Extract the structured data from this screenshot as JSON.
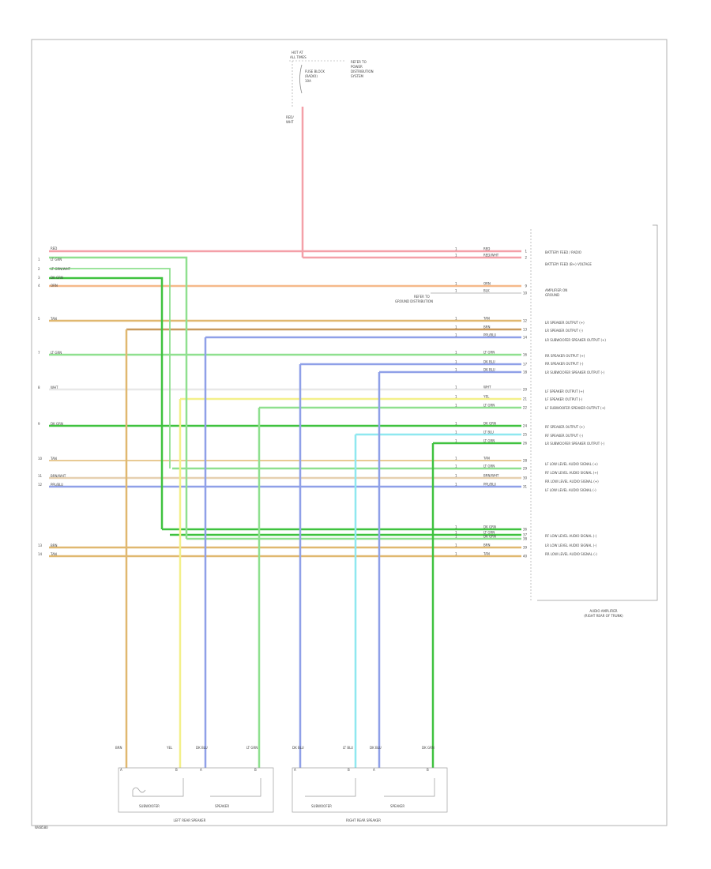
{
  "fuse": {
    "header_lines": [
      "HOT AT",
      "ALL TIMES"
    ],
    "label_lines": [
      "FUSE BLOCK",
      "(RADIO)",
      "10A"
    ],
    "ref_lines": [
      "REFER TO",
      "POWER",
      "DISTRIBUTION",
      "SYSTEM"
    ],
    "wire_label_lines": [
      "RED/",
      "WHT"
    ]
  },
  "left_wire_labels": [
    {
      "text": "RED",
      "num": ""
    },
    {
      "text": "LT GRN",
      "num": "1"
    },
    {
      "text": "LT GRN/WHT",
      "num": "2"
    },
    {
      "text": "DK GRN",
      "num": "3"
    },
    {
      "text": "ORN",
      "num": "4"
    },
    {
      "text": "TAN",
      "num": "5"
    },
    {
      "text": "LT GRN",
      "num": "7"
    },
    {
      "text": "WHT",
      "num": "8"
    },
    {
      "text": "DK GRN",
      "num": "9"
    },
    {
      "text": "TAN",
      "num": "10"
    },
    {
      "text": "BRN/WHT",
      "num": "11"
    },
    {
      "text": "PPL/BLU",
      "num": "12"
    },
    {
      "text": "BRN",
      "num": "13"
    },
    {
      "text": "TAN",
      "num": "14"
    }
  ],
  "amp_pins": [
    {
      "circuit": "1",
      "color": "RED",
      "pin": "1"
    },
    {
      "circuit": "1",
      "color": "RED/WHT",
      "pin": "2"
    },
    {
      "circuit": "1",
      "color": "ORN",
      "pin": "9"
    },
    {
      "circuit": "1",
      "color": "BLK",
      "pin": "10"
    },
    {
      "circuit": "1",
      "color": "TAN",
      "pin": "12"
    },
    {
      "circuit": "1",
      "color": "BRN",
      "pin": "13"
    },
    {
      "circuit": "1",
      "color": "PPL/BLU",
      "pin": "14"
    },
    {
      "circuit": "1",
      "color": "LT GRN",
      "pin": "16"
    },
    {
      "circuit": "1",
      "color": "DK BLU",
      "pin": "17"
    },
    {
      "circuit": "1",
      "color": "DK BLU",
      "pin": "18"
    },
    {
      "circuit": "1",
      "color": "WHT",
      "pin": "20"
    },
    {
      "circuit": "1",
      "color": "YEL",
      "pin": "21"
    },
    {
      "circuit": "1",
      "color": "LT GRN",
      "pin": "22"
    },
    {
      "circuit": "1",
      "color": "DK GRN",
      "pin": "24"
    },
    {
      "circuit": "1",
      "color": "LT BLU",
      "pin": "25"
    },
    {
      "circuit": "1",
      "color": "LT GRN",
      "pin": "26"
    },
    {
      "circuit": "1",
      "color": "TAN",
      "pin": "28"
    },
    {
      "circuit": "1",
      "color": "LT GRN",
      "pin": "29"
    },
    {
      "circuit": "1",
      "color": "BRN/WHT",
      "pin": "30"
    },
    {
      "circuit": "1",
      "color": "PPL/BLU",
      "pin": "31"
    },
    {
      "circuit": "1",
      "color": "DK GRN",
      "pin": "36"
    },
    {
      "circuit": "1",
      "color": "LT GRN",
      "pin": "37"
    },
    {
      "circuit": "1",
      "color": "DK GRN",
      "pin": "38"
    },
    {
      "circuit": "1",
      "color": "BRN",
      "pin": "39"
    },
    {
      "circuit": "1",
      "color": "TAN",
      "pin": "40"
    }
  ],
  "amp_functions": [
    "BATTERY FEED / RADIO",
    "BATTERY FEED (B+) VOLTAGE",
    "AMPLIFIER ON",
    "GROUND",
    "LR SPEAKER OUTPUT (+)",
    "LR SPEAKER OUTPUT (-)",
    "LR SUBWOOFER SPEAKER OUTPUT (+)",
    "RR SPEAKER OUTPUT (+)",
    "RR SPEAKER OUTPUT (-)",
    "LR SUBWOOFER SPEAKER OUTPUT (-)",
    "LF SPEAKER OUTPUT (+)",
    "LF SPEAKER OUTPUT (-)",
    "LF SUBWOOFER SPEAKER OUTPUT (+)",
    "RF SPEAKER OUTPUT (+)",
    "RF SPEAKER OUTPUT (-)",
    "LR SUBWOOFER SPEAKER OUTPUT (-)",
    "LF LOW LEVEL AUDIO SIGNAL (+)",
    "RF LOW LEVEL AUDIO SIGNAL (+)",
    "RR LOW LEVEL AUDIO SIGNAL (+)",
    "LF LOW LEVEL AUDIO SIGNAL (-)",
    "RF LOW LEVEL AUDIO SIGNAL (-)",
    "LR LOW LEVEL AUDIO SIGNAL (-)",
    "RR LOW LEVEL AUDIO SIGNAL (-)"
  ],
  "amp_title_lines": [
    "AUDIO AMPLIFIER",
    "(RIGHT REAR OF TRUNK)"
  ],
  "ground_lines": [
    "REFER TO",
    "GROUND DISTRIBUTION"
  ],
  "left_speaker": {
    "title": "LEFT REAR SPEAKER",
    "wire_labels": [
      "BRN",
      "YEL",
      "DK BLU",
      "LT GRN"
    ],
    "pins": [
      "A",
      "B",
      "A",
      "B"
    ],
    "coil_labels": [
      "SUBWOOFER",
      "SPEAKER"
    ]
  },
  "right_speaker": {
    "title": "RIGHT REAR SPEAKER",
    "wire_labels": [
      "DK BLU",
      "LT BLU",
      "DK BLU",
      "DK GRN"
    ],
    "pins": [
      "A",
      "B",
      "A",
      "B"
    ],
    "coil_labels": [
      "SUBWOOFER",
      "SPEAKER"
    ]
  },
  "footer_code": "W48580",
  "colors": {
    "red": "#f4a0a8",
    "orange": "#f5b98a",
    "tan": "#e0b870",
    "light_green": "#8fe08f",
    "dark_green": "#3fc23f",
    "blue": "#8fa0e8",
    "light_blue": "#8fe8f0",
    "yellow": "#f3f08a",
    "white": "#e8e8e8",
    "brown": "#c89a5e"
  }
}
